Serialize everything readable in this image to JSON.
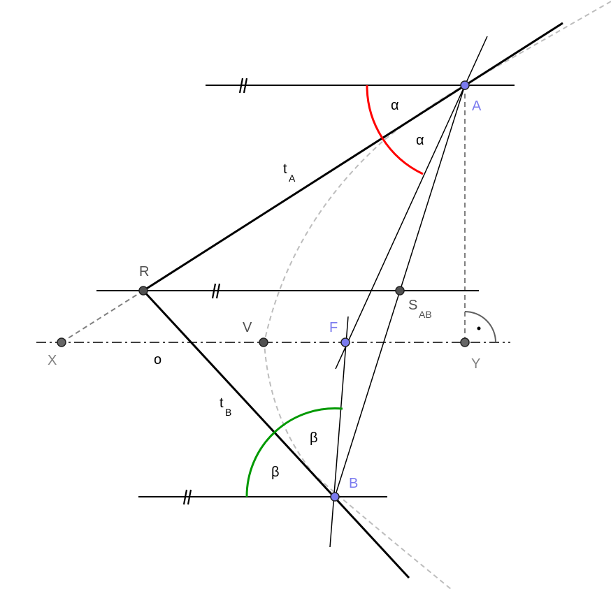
{
  "labels": {
    "A": "A",
    "B": "B",
    "F": "F",
    "R": "R",
    "V": "V",
    "X": "X",
    "Y": "Y",
    "o": "o",
    "S": "S",
    "S_sub": "AB",
    "tA": "t",
    "tA_sub": "A",
    "tB": "t",
    "tB_sub": "B",
    "alpha": "α",
    "beta": "β"
  },
  "colors": {
    "focus_and_tangent_points": "#7b7bef",
    "construction_points": "#505050",
    "alpha_arc": "#ff0000",
    "beta_arc": "#009900",
    "guide_lines": "#b4b4b4",
    "main_lines": "#000000"
  }
}
